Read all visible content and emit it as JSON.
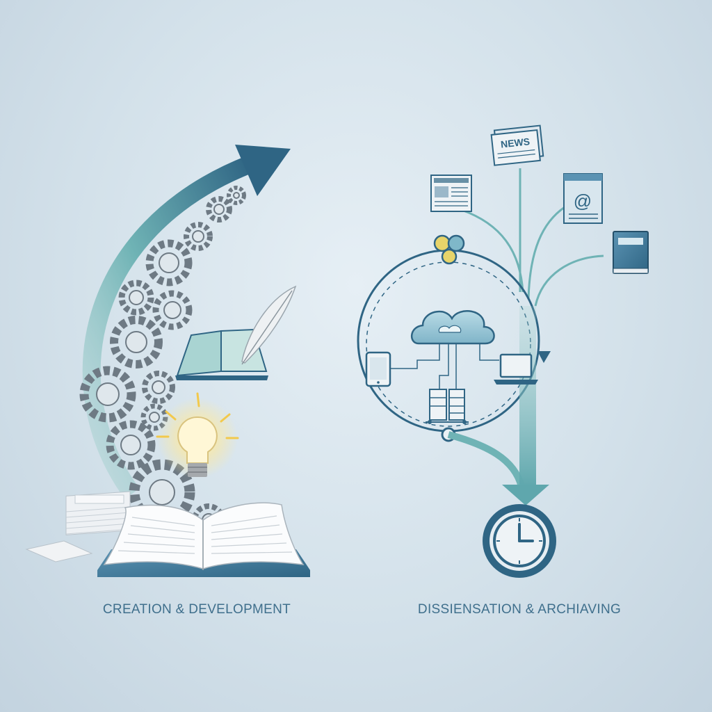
{
  "captions": {
    "left": "CREATION & DEVELOPMENT",
    "right": "DISSIENSATION & ARCHIAVING"
  },
  "icons": {
    "newspaper_top_label": "NEWS",
    "email_symbol": "@"
  },
  "colors": {
    "background": "#d8e5ee",
    "primary_blue": "#2f6584",
    "teal": "#6fb3b5",
    "gear_gray": "#8f9aa3",
    "bulb_glow": "#ffe99a",
    "caption_text": "#3f6f8c"
  }
}
